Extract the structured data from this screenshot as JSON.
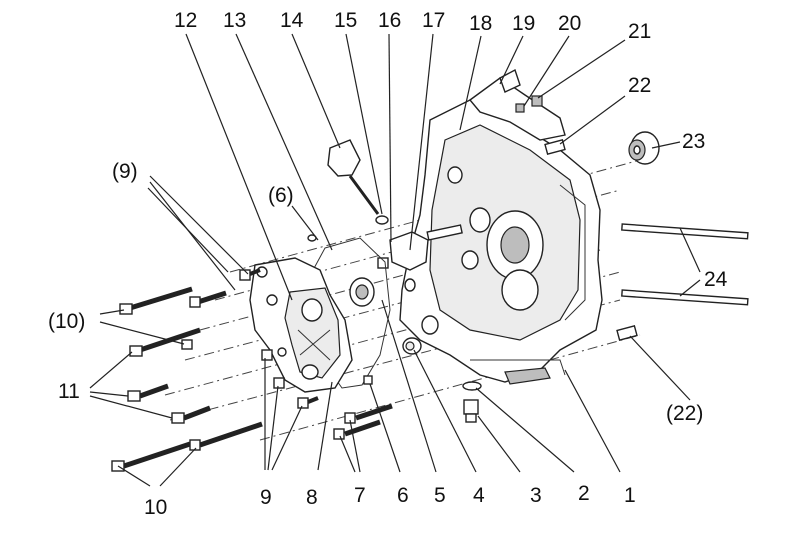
{
  "labels": {
    "l12": "12",
    "l13": "13",
    "l14": "14",
    "l15": "15",
    "l16": "16",
    "l17": "17",
    "l18": "18",
    "l19": "19",
    "l20": "20",
    "l21": "21",
    "l22": "22",
    "l23": "23",
    "l9p": "(9)",
    "l6p": "(6)",
    "l24": "24",
    "l10p": "(10)",
    "l11": "11",
    "l22p": "(22)",
    "b10": "10",
    "b9": "9",
    "b8": "8",
    "b7": "7",
    "b6": "6",
    "b5": "5",
    "b4": "4",
    "b3": "3",
    "b2": "2",
    "b1": "1"
  },
  "colors": {
    "ink": "#222222",
    "shade": "#bdbdbd",
    "light": "#ececec"
  }
}
